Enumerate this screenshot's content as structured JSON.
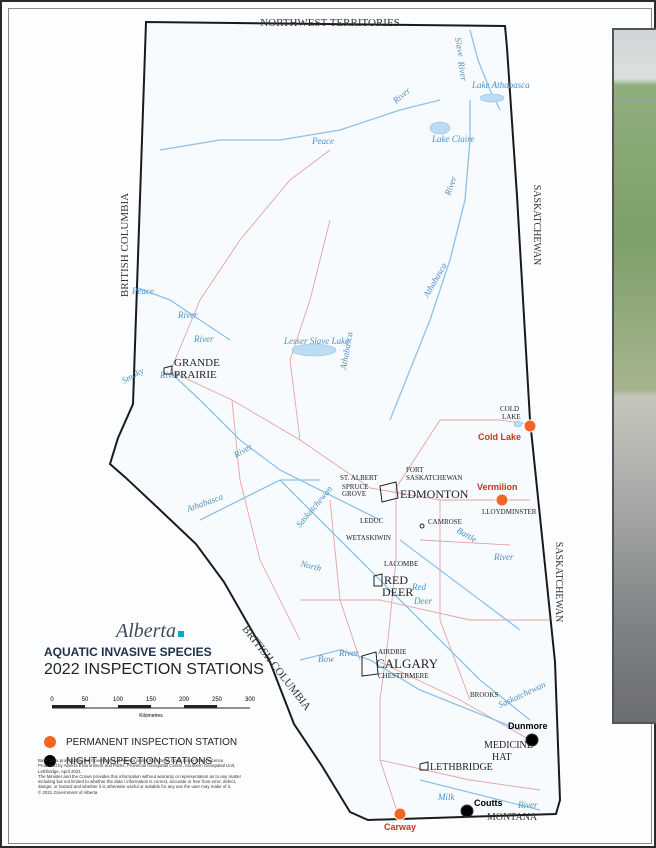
{
  "borders": {
    "north": "NORTHWEST TERRITORIES",
    "west": "BRITISH COLUMBIA",
    "west_lower": "BRITISH COLUMBIA",
    "east": "SASKATCHEWAN",
    "east_lower": "SASKATCHEWAN",
    "south": "MONTANA"
  },
  "rivers": [
    "Slave",
    "River",
    "Peace",
    "River",
    "Peace",
    "River",
    "River",
    "River",
    "Athabasca",
    "Smoky",
    "River",
    "Athabasca",
    "River",
    "Athabasca",
    "Saskatchewan",
    "North",
    "Battle",
    "River",
    "Red",
    "Deer",
    "Bow",
    "River",
    "Saskatchewan",
    "Milk",
    "River"
  ],
  "lakes": [
    "Lake Claire",
    "Lake Athabasca",
    "Lesser Slave Lake"
  ],
  "cities": {
    "grande_prairie": [
      "GRANDE",
      "PRAIRIE"
    ],
    "edmonton": "EDMONTON",
    "st_albert": "ST. ALBERT",
    "spruce_grove": [
      "SPRUCE",
      "GROVE"
    ],
    "fort_sask": [
      "FORT",
      "SASKATCHEWAN"
    ],
    "leduc": "LEDUC",
    "camrose": "CAMROSE",
    "wetaskiwin": "WETASKIWIN",
    "lacombe": "LACOMBE",
    "red_deer": [
      "RED",
      "DEER"
    ],
    "airdrie": "AIRDRIE",
    "calgary": "CALGARY",
    "chestermere": "CHESTERMERE",
    "brooks": "BROOKS",
    "medicine_hat": [
      "MEDICINE",
      "HAT"
    ],
    "lethbridge": "LETHBRIDGE",
    "cold_lake": [
      "COLD",
      "LAKE"
    ],
    "lloydminster": "LLOYDMINSTER"
  },
  "stations": [
    {
      "name": "Cold Lake",
      "type": "permanent"
    },
    {
      "name": "Vermilion",
      "type": "permanent"
    },
    {
      "name": "Dunmore",
      "type": "night"
    },
    {
      "name": "Coutts",
      "type": "night"
    },
    {
      "name": "Carway",
      "type": "permanent"
    }
  ],
  "legend": {
    "logo": "Alberta",
    "program": "AQUATIC INVASIVE SPECIES",
    "title": "2022 INSPECTION STATIONS",
    "scale_ticks": [
      "0",
      "50",
      "100",
      "150",
      "200",
      "250",
      "300"
    ],
    "scale_unit": "Kilometres",
    "permanent_label": "PERMANENT INSPECTION STATION",
    "night_label": "NIGHT INSPECTION STATIONS"
  },
  "credits": [
    "Base Data provided by the Government of Alberta under the Alberta Open Government Licence.",
    "Produced by Alberta Environment and Parks, Provincial Geospatial Centre, Southern Geospatial Unit, Lethbridge, April 2021.",
    "The Minister and the Crown provides this information without warranty or representation as to any matter including but not limited to whether the data / information is correct, accurate or free from error, defect, danger, or hazard and whether it is otherwise useful or suitable for any use the user may make of it.",
    "© 2021 Government of Alberta"
  ],
  "colors": {
    "permanent": "#f26522",
    "night": "#000000",
    "permanent_label": "#c8331b",
    "river": "#8fc1e8",
    "road": "#e6a3a3",
    "border": "#1a1a1a"
  }
}
